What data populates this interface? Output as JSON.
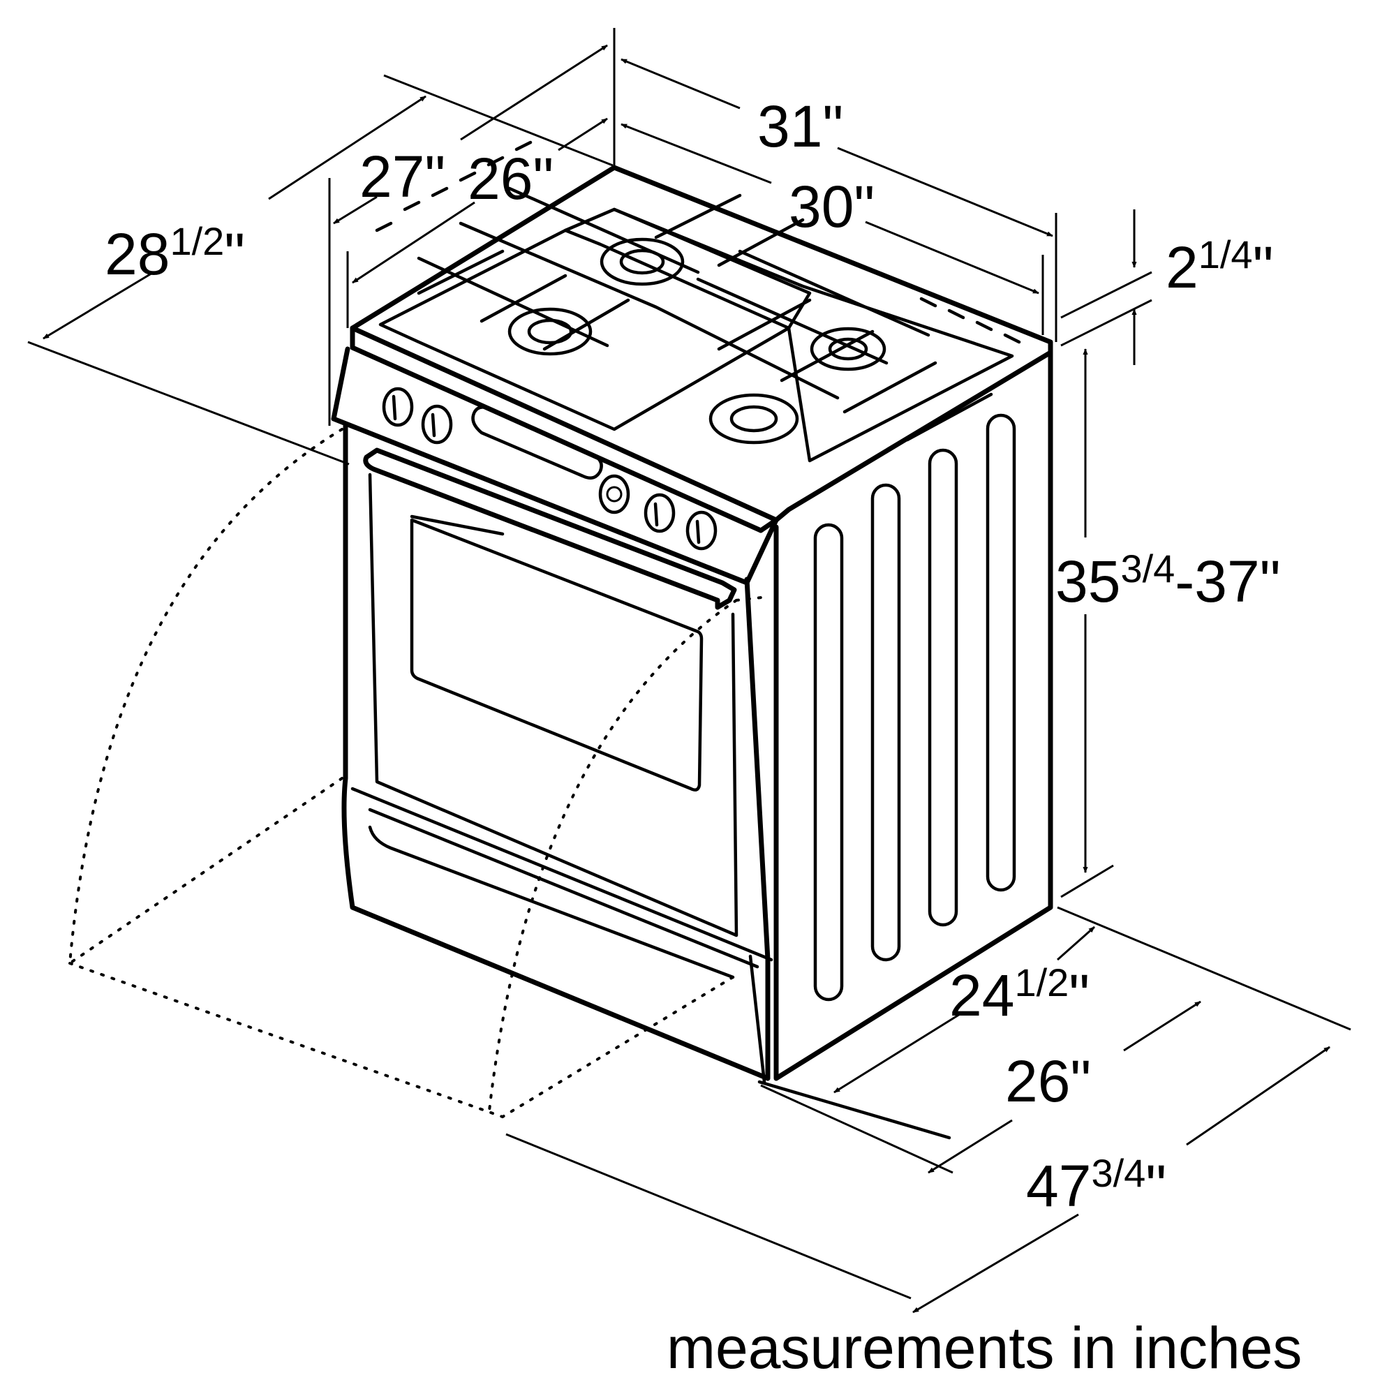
{
  "dimensions": {
    "width_overall": "31\"",
    "width_body": "30\"",
    "depth_27": "27\"",
    "depth_26_top": "26\"",
    "depth_28_whole": "28",
    "depth_28_frac": "1/2",
    "depth_28_unit": "\"",
    "cooktop_whole": "2",
    "cooktop_frac": "1/4",
    "cooktop_unit": "\"",
    "height_whole": "35",
    "height_frac": "3/4",
    "height_rest": "-37\"",
    "base_24_whole": "24",
    "base_24_frac": "1/2",
    "base_24_unit": "\"",
    "base_26": "26\"",
    "door_open_whole": "47",
    "door_open_frac": "3/4",
    "door_open_unit": "\""
  },
  "caption": "measurements in inches",
  "colors": {
    "line": "#000000",
    "background": "#ffffff"
  }
}
